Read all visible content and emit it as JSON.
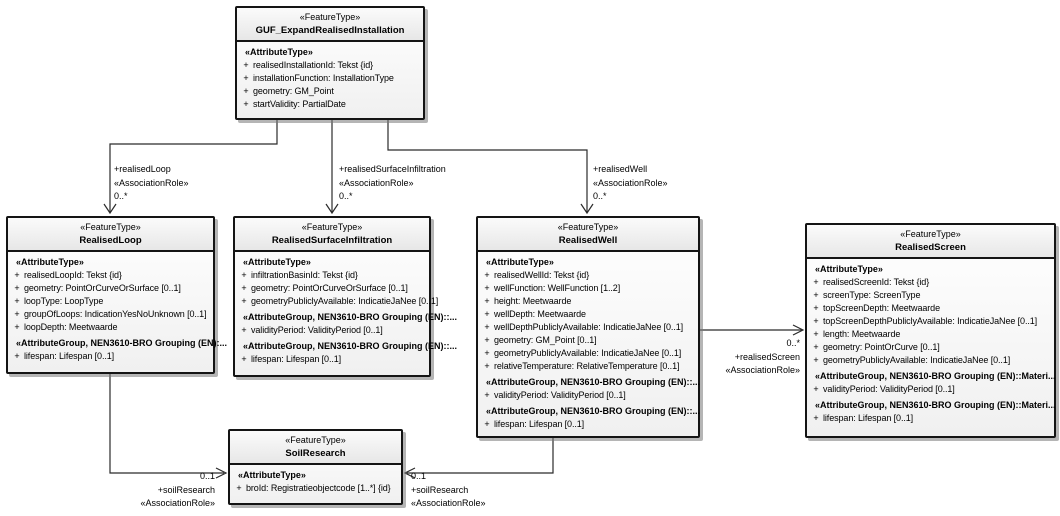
{
  "ui": {
    "plus": "+"
  },
  "diagram": {
    "classes": [
      {
        "stereotype": "«FeatureType»",
        "name": "GUF_ExpandRealisedInstallation",
        "sections": [
          {
            "header": "«AttributeType»",
            "rows": [
              "realisedInstallationId: Tekst {id}",
              "installationFunction: InstallationType",
              "geometry: GM_Point",
              "startValidity: PartialDate"
            ]
          }
        ]
      },
      {
        "stereotype": "«FeatureType»",
        "name": "RealisedLoop",
        "sections": [
          {
            "header": "«AttributeType»",
            "rows": [
              "realisedLoopId: Tekst {id}",
              "geometry: PointOrCurveOrSurface [0..1]",
              "loopType: LoopType",
              "groupOfLoops: IndicationYesNoUnknown [0..1]",
              "loopDepth: Meetwaarde"
            ]
          },
          {
            "header": "«AttributeGroup, NEN3610-BRO Grouping (EN):...",
            "rows": [
              "lifespan: Lifespan [0..1]"
            ]
          }
        ]
      },
      {
        "stereotype": "«FeatureType»",
        "name": "RealisedSurfaceInfiltration",
        "sections": [
          {
            "header": "«AttributeType»",
            "rows": [
              "infiltrationBasinId: Tekst {id}",
              "geometry: PointOrCurveOrSurface [0..1]",
              "geometryPubliclyAvailable: IndicatieJaNee [0..1]"
            ]
          },
          {
            "header": "«AttributeGroup, NEN3610-BRO Grouping (EN)::...",
            "rows": [
              "validityPeriod: ValidityPeriod [0..1]"
            ]
          },
          {
            "header": "«AttributeGroup, NEN3610-BRO Grouping (EN)::...",
            "rows": [
              "lifespan: Lifespan [0..1]"
            ]
          }
        ]
      },
      {
        "stereotype": "«FeatureType»",
        "name": "RealisedWell",
        "sections": [
          {
            "header": "«AttributeType»",
            "rows": [
              "realisedWellId: Tekst {id}",
              "wellFunction: WellFunction [1..2]",
              "height: Meetwaarde",
              "wellDepth: Meetwaarde",
              "wellDepthPubliclyAvailable: IndicatieJaNee [0..1]",
              "geometry: GM_Point [0..1]",
              "geometryPubliclyAvailable: IndicatieJaNee [0..1]",
              "relativeTemperature: RelativeTemperature [0..1]"
            ]
          },
          {
            "header": "«AttributeGroup, NEN3610-BRO Grouping (EN)::...",
            "rows": [
              "validityPeriod: ValidityPeriod [0..1]"
            ]
          },
          {
            "header": "«AttributeGroup, NEN3610-BRO Grouping (EN)::...",
            "rows": [
              "lifespan: Lifespan [0..1]"
            ]
          }
        ]
      },
      {
        "stereotype": "«FeatureType»",
        "name": "RealisedScreen",
        "sections": [
          {
            "header": "«AttributeType»",
            "rows": [
              "realisedScreenId: Tekst {id}",
              "screenType: ScreenType",
              "topScreenDepth: Meetwaarde",
              "topScreenDepthPubliclyAvailable: IndicatieJaNee [0..1]",
              "length: Meetwaarde",
              "geometry: PointOrCurve [0..1]",
              "geometryPubliclyAvailable: IndicatieJaNee [0..1]"
            ]
          },
          {
            "header": "«AttributeGroup, NEN3610-BRO Grouping (EN)::Materi...",
            "rows": [
              "validityPeriod: ValidityPeriod [0..1]"
            ]
          },
          {
            "header": "«AttributeGroup, NEN3610-BRO Grouping (EN)::Materi...",
            "rows": [
              "lifespan: Lifespan [0..1]"
            ]
          }
        ]
      },
      {
        "stereotype": "«FeatureType»",
        "name": "SoilResearch",
        "sections": [
          {
            "header": "«AttributeType»",
            "rows": [
              "broId: Registratieobjectcode [1..*] {id}"
            ]
          }
        ]
      }
    ],
    "labels": [
      {
        "role": "+realisedLoop",
        "stereotype": "«AssociationRole»",
        "mult": "0..*"
      },
      {
        "role": "+realisedSurfaceInfiltration",
        "stereotype": "«AssociationRole»",
        "mult": "0..*"
      },
      {
        "role": "+realisedWell",
        "stereotype": "«AssociationRole»",
        "mult": "0..*"
      },
      {
        "mult": "0..*",
        "role": "+realisedScreen",
        "stereotype": "«AssociationRole»"
      },
      {
        "mult": "0..1",
        "role": "+soilResearch",
        "stereotype": "«AssociationRole»"
      },
      {
        "mult": "0..1",
        "role": "+soilResearch",
        "stereotype": "«AssociationRole»"
      }
    ]
  }
}
